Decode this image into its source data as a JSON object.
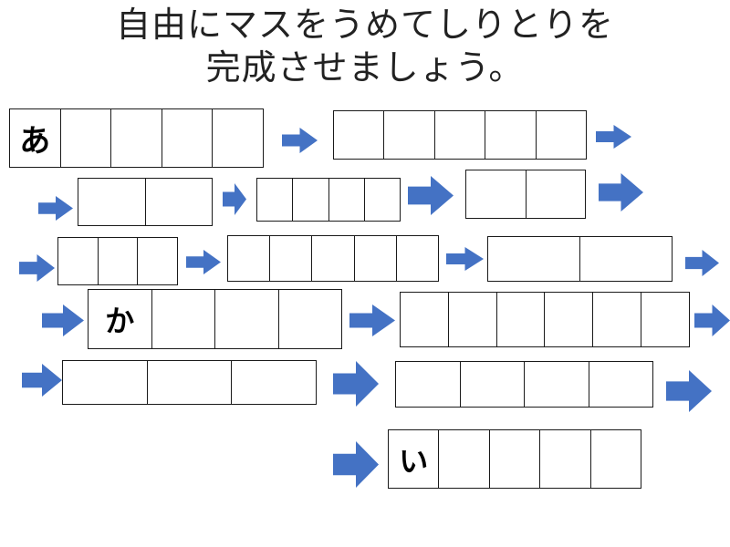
{
  "title": {
    "line1": "自由にマスをうめてしりとりを",
    "line2": "完成させましょう。"
  },
  "colors": {
    "arrow": "#4472C4",
    "grid_border": "#1a1a1a"
  },
  "grids": [
    {
      "id": "row1-a",
      "cells": [
        "あ",
        "",
        "",
        "",
        ""
      ]
    },
    {
      "id": "row1-b",
      "cells": [
        "",
        "",
        "",
        "",
        ""
      ]
    },
    {
      "id": "row2-a",
      "cells": [
        "",
        ""
      ]
    },
    {
      "id": "row2-b",
      "cells": [
        "",
        "",
        "",
        ""
      ]
    },
    {
      "id": "row2-c",
      "cells": [
        "",
        ""
      ]
    },
    {
      "id": "row3-a",
      "cells": [
        "",
        "",
        ""
      ]
    },
    {
      "id": "row3-b",
      "cells": [
        "",
        "",
        "",
        "",
        ""
      ]
    },
    {
      "id": "row3-c",
      "cells": [
        "",
        ""
      ]
    },
    {
      "id": "row4-a",
      "cells": [
        "か",
        "",
        "",
        ""
      ]
    },
    {
      "id": "row4-b",
      "cells": [
        "",
        "",
        "",
        "",
        "",
        ""
      ]
    },
    {
      "id": "row5-a",
      "cells": [
        "",
        "",
        ""
      ]
    },
    {
      "id": "row5-b",
      "cells": [
        "",
        "",
        "",
        ""
      ]
    },
    {
      "id": "row6-a",
      "cells": [
        "い",
        "",
        "",
        "",
        ""
      ]
    }
  ]
}
